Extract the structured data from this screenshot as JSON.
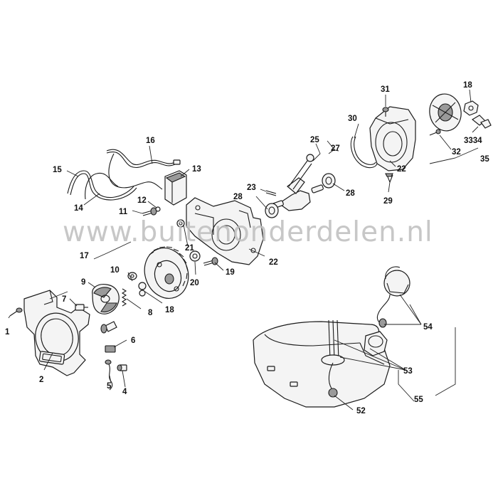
{
  "watermark": "www.buitenonderdelen.nl",
  "callouts": {
    "p1": "1",
    "p2": "2",
    "p4": "4",
    "p5": "5",
    "p6": "6",
    "p7": "7",
    "p8": "8",
    "p9": "9",
    "p10": "10",
    "p11": "11",
    "p12": "12",
    "p13": "13",
    "p14": "14",
    "p15": "15",
    "p16": "16",
    "p17": "17",
    "p18a": "18",
    "p18b": "18",
    "p19": "19",
    "p20": "20",
    "p21": "21",
    "p22a": "22",
    "p22b": "22",
    "p23": "23",
    "p25": "25",
    "p27": "27",
    "p28a": "28",
    "p28b": "28",
    "p29": "29",
    "p30": "30",
    "p31": "31",
    "p32": "32",
    "p3334": "3334",
    "p35": "35",
    "p52": "52",
    "p53": "53",
    "p54": "54",
    "p55": "55"
  }
}
